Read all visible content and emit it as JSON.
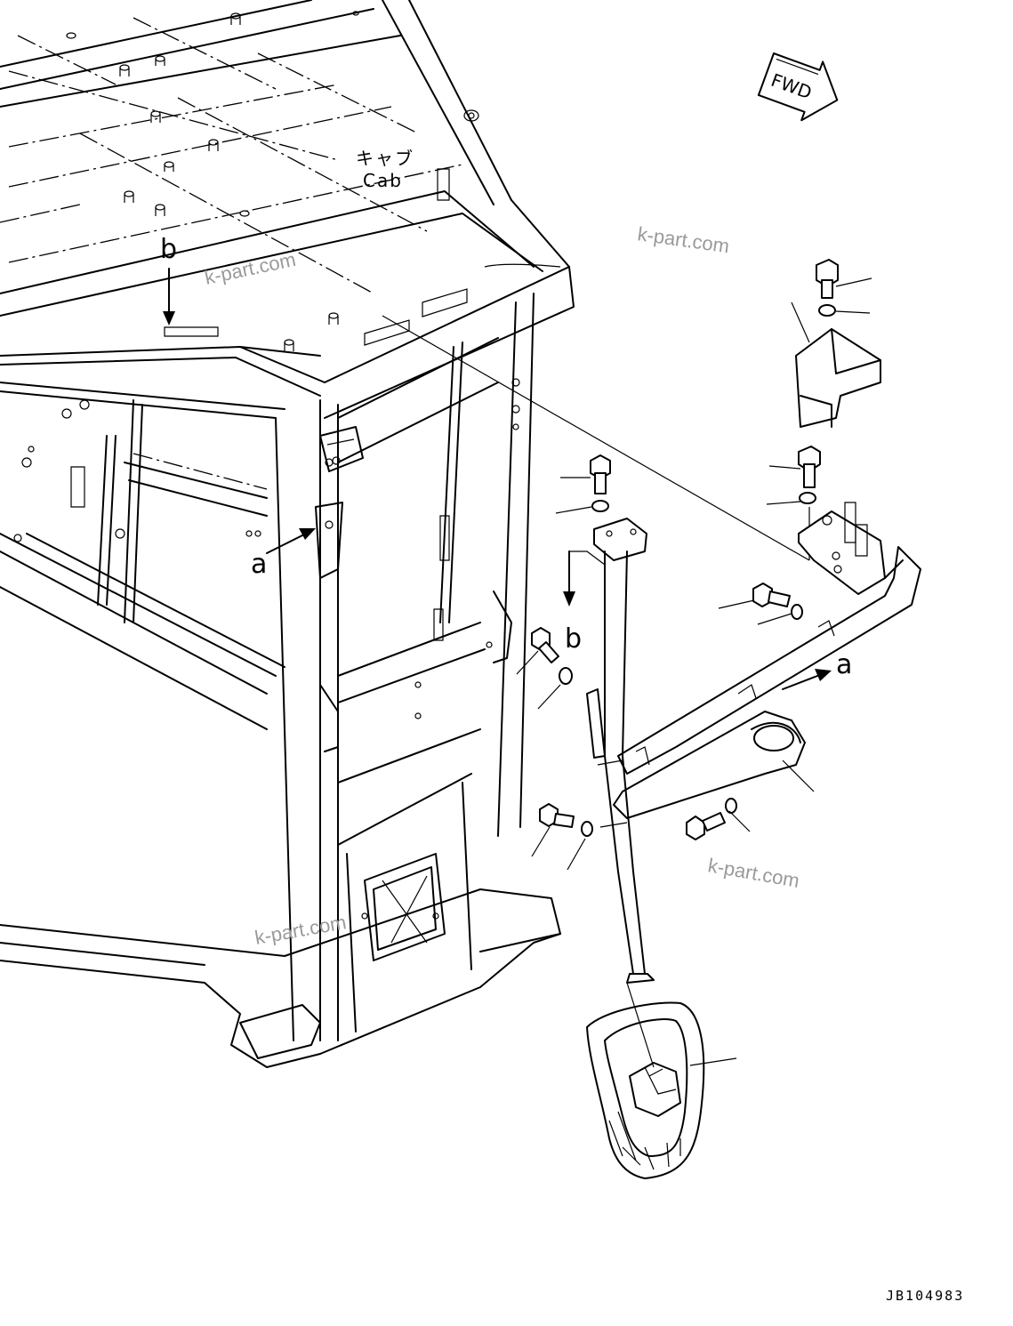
{
  "direction_marker": {
    "text": "FWD"
  },
  "cab_label": {
    "japanese": "キャブ",
    "english": "Cab"
  },
  "callouts": {
    "a_left": "a",
    "a_right": "a",
    "b_top": "b",
    "b_mid": "b"
  },
  "watermarks": [
    "k-part.com",
    "k-part.com",
    "k-part.com",
    "k-part.com"
  ],
  "drawing_code": "JB104983",
  "icons": {
    "fwd": "fwd-arrow-icon"
  }
}
